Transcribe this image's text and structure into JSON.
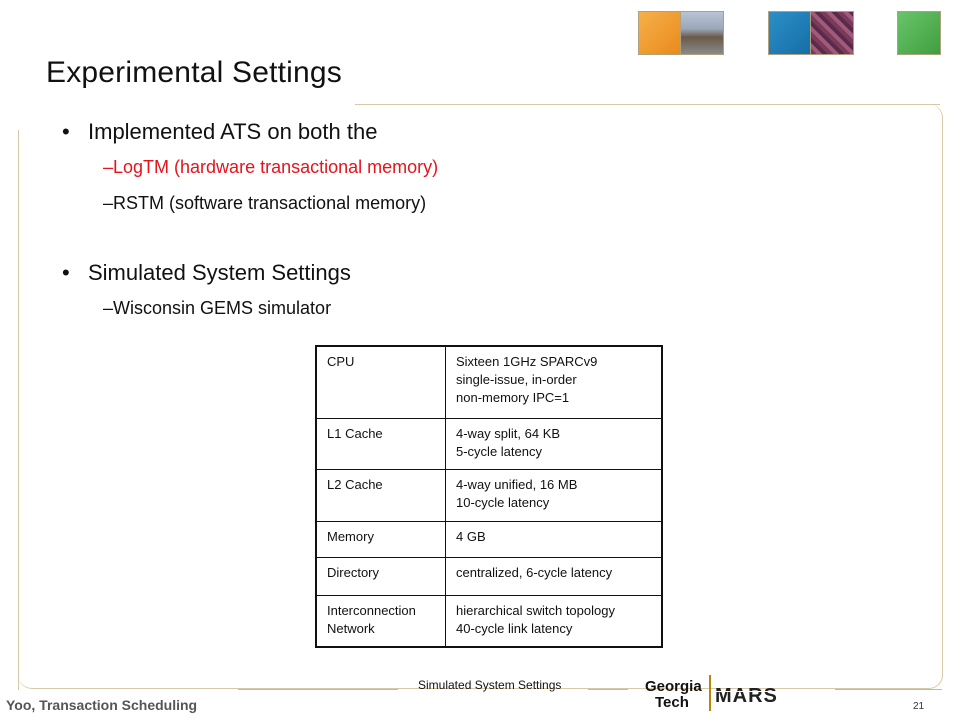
{
  "slide": {
    "title": "Experimental Settings",
    "bullets": [
      {
        "text": "Implemented ATS on both the",
        "subs": [
          "LogTM (hardware transactional memory)",
          "RSTM (software transactional memory)"
        ]
      },
      {
        "text": "Simulated System Settings",
        "subs": [
          "Wisconsin GEMS simulator"
        ]
      }
    ],
    "bullet_glyph": "•",
    "sub_glyph": "–"
  },
  "spec_table": {
    "rows": [
      {
        "label": "CPU",
        "values": [
          "Sixteen 1GHz SPARCv9",
          "single-issue, in-order",
          "non-memory IPC=1"
        ]
      },
      {
        "label": "L1 Cache",
        "values": [
          "4-way split, 64 KB",
          "5-cycle latency"
        ]
      },
      {
        "label": "L2 Cache",
        "values": [
          "4-way unified, 16 MB",
          "10-cycle latency"
        ]
      },
      {
        "label": "Memory",
        "values": [
          "4 GB"
        ]
      },
      {
        "label": "Directory",
        "values": [
          "centralized, 6-cycle latency"
        ]
      },
      {
        "label": "Interconnection Network",
        "values": [
          "hierarchical switch topology",
          "40-cycle link latency"
        ]
      }
    ]
  },
  "footer": {
    "author": "Yoo, Transaction Scheduling",
    "section": "Simulated System Settings",
    "page": "21",
    "logo_text_1": "Georgia",
    "logo_text_2": "Tech",
    "logo_text_3": "MARS"
  },
  "colors": {
    "highlight": "#e8121a",
    "frame": "#d8c8a8"
  }
}
